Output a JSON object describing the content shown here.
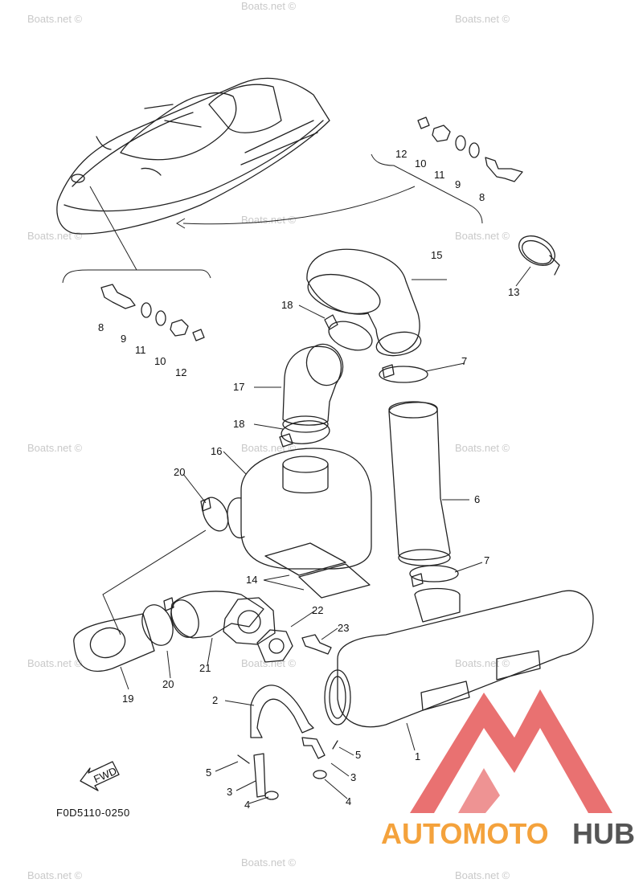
{
  "watermark": "Boats.net ©",
  "diagram_code": "F0D5110-0250",
  "fwd_label": "FWD",
  "logo": {
    "part1": "AUTOMOTO",
    "part2": "HUB",
    "color_red": "#e03a3a",
    "color_orange": "#f4a23c",
    "color_grey": "#555555"
  },
  "callouts": {
    "c1": "1",
    "c2": "2",
    "c3a": "3",
    "c3b": "3",
    "c4a": "4",
    "c4b": "4",
    "c5a": "5",
    "c5b": "5",
    "c6": "6",
    "c7a": "7",
    "c7b": "7",
    "c8a": "8",
    "c8b": "8",
    "c9a": "9",
    "c9b": "9",
    "c10a": "10",
    "c10b": "10",
    "c11a": "11",
    "c11b": "11",
    "c12a": "12",
    "c12b": "12",
    "c13": "13",
    "c14": "14",
    "c15": "15",
    "c16": "16",
    "c17": "17",
    "c18a": "18",
    "c18b": "18",
    "c19": "19",
    "c20a": "20",
    "c20b": "20",
    "c21": "21",
    "c22": "22",
    "c23": "23"
  }
}
